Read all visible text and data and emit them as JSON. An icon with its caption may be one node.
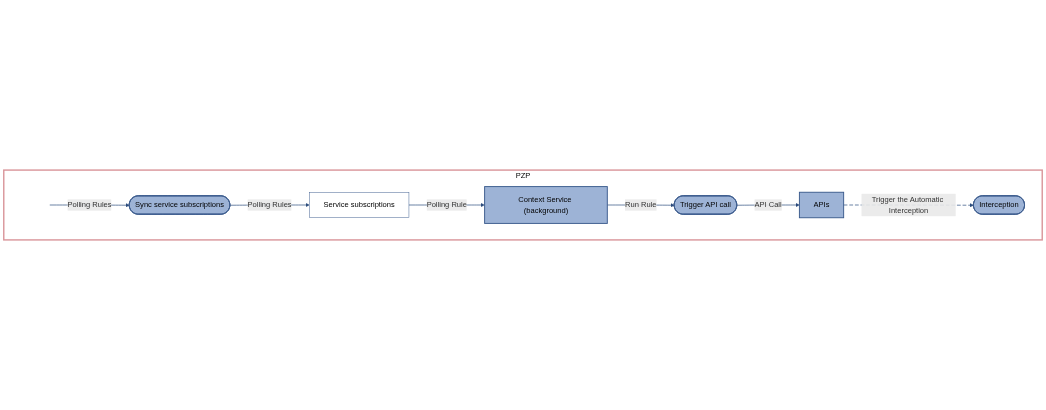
{
  "diagram": {
    "nodes": [
      {
        "text": [
          "PZP"
        ]
      },
      {
        "text": [
          "Context Service (background)"
        ],
        "in": 0
      },
      {
        "text": [
          "Service subscriptions"
        ],
        "in": 0
      },
      {
        "text": [
          "Sync service subscriptions"
        ],
        "in": 0
      },
      {
        "text": [
          "Trigger API call"
        ],
        "in": 0
      },
      {
        "text": [
          "APIs"
        ],
        "in": 0
      },
      {
        "text": [
          "Interception"
        ],
        "in": 0
      }
    ],
    "edges": [
      {
        "from": 2,
        "to": 1,
        "arrow": "to",
        "label": "Polling Rule"
      },
      {
        "from": 3,
        "to": 2,
        "arrow": "to",
        "label": "Polling Rules"
      },
      {
        "from": null,
        "to": 3,
        "arrow": "to",
        "label": "Polling Rules"
      },
      {
        "from": 1,
        "to": 4,
        "arrow": "to",
        "label": "Run Rule"
      },
      {
        "from": 4,
        "to": 5,
        "arrow": "to",
        "label": "API Call"
      },
      {
        "from": 5,
        "to": 6,
        "arrow": "to",
        "label": "Trigger the Automatic Interception",
        "style": "dashed"
      }
    ]
  }
}
